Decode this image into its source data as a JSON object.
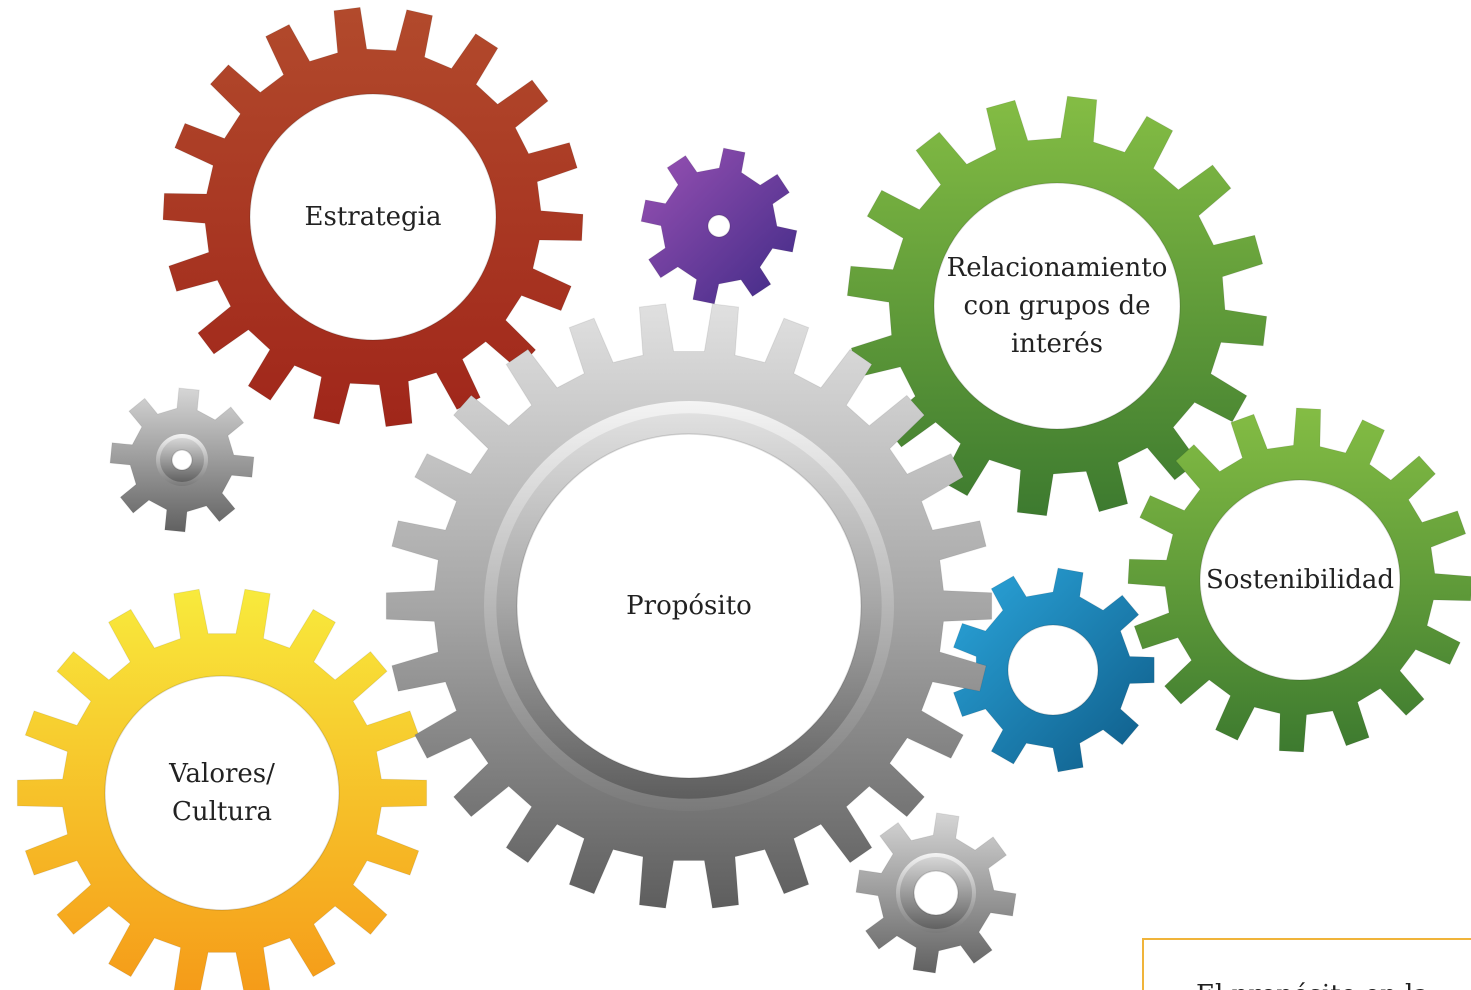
{
  "diagram": {
    "gears": {
      "strategy": {
        "lines": [
          "Estrategia"
        ]
      },
      "purpose": {
        "lines": [
          "Propósito"
        ]
      },
      "stakeholders": {
        "lines": [
          "Relacionamiento",
          "con grupos de",
          "interés"
        ]
      },
      "sustainability": {
        "lines": [
          "Sostenibilidad"
        ]
      },
      "values": {
        "lines": [
          "Valores/",
          "Cultura"
        ]
      }
    },
    "note": {
      "text": "El propósito en la..."
    },
    "colors": {
      "strategy": [
        "#b0452a",
        "#a52a1c"
      ],
      "purpose": [
        "#d8d8d8",
        "#6e6e6e"
      ],
      "stakeholders": [
        "#7cb342",
        "#3f7d2e"
      ],
      "sustainability": [
        "#7cb342",
        "#3f7d2e"
      ],
      "values": [
        "#f7e53a",
        "#f5a01a"
      ],
      "purple": [
        "#8e4fb0",
        "#4a2d8a"
      ],
      "blue": [
        "#1e9bd4",
        "#0f5e8a"
      ],
      "grey": [
        "#cfcfcf",
        "#6a6a6a"
      ]
    },
    "icons": [
      "gear-icon"
    ]
  }
}
